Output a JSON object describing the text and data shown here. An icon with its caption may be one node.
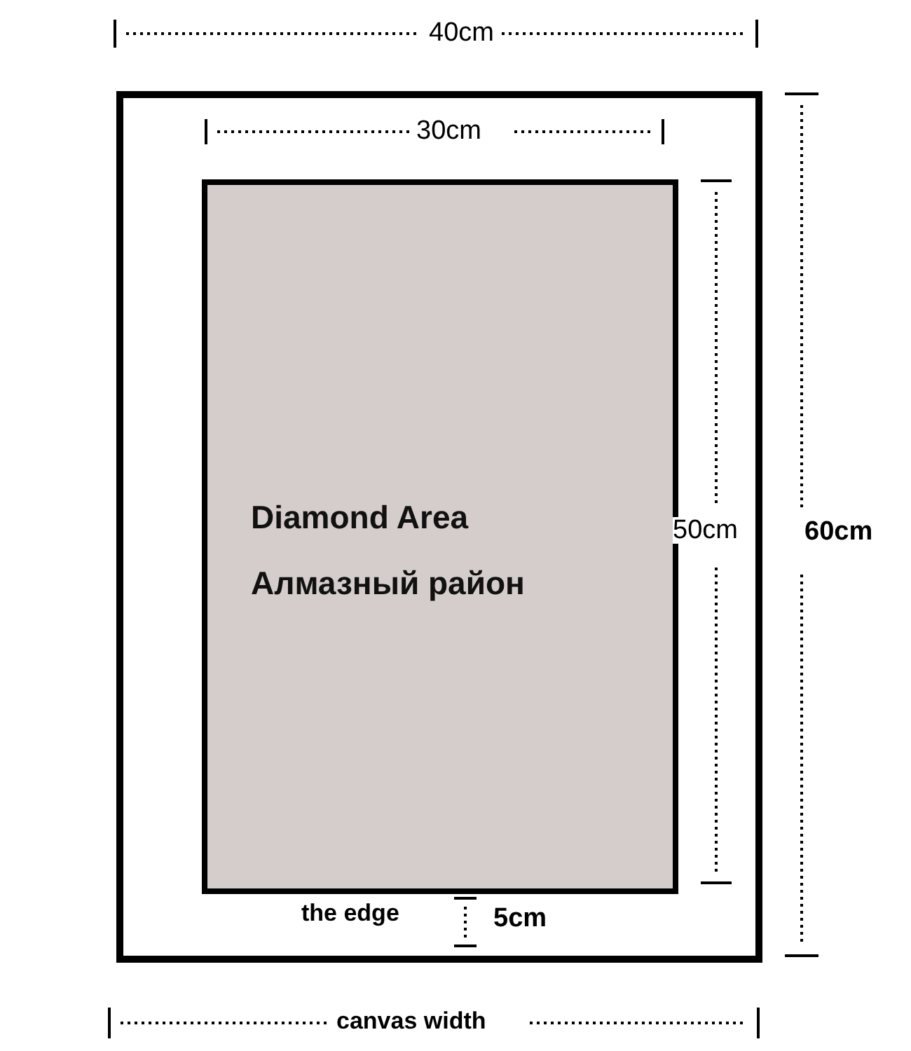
{
  "diagram": {
    "nodes": [
      {
        "text": [],
        "shape": "box"
      },
      {
        "text": [
          "Diamond Area",
          "Алмазный район"
        ],
        "in": 0
      }
    ],
    "labels": [
      "40cm",
      "30cm",
      "50cm",
      "60cm",
      "the edge",
      "5cm",
      "canvas width"
    ]
  }
}
